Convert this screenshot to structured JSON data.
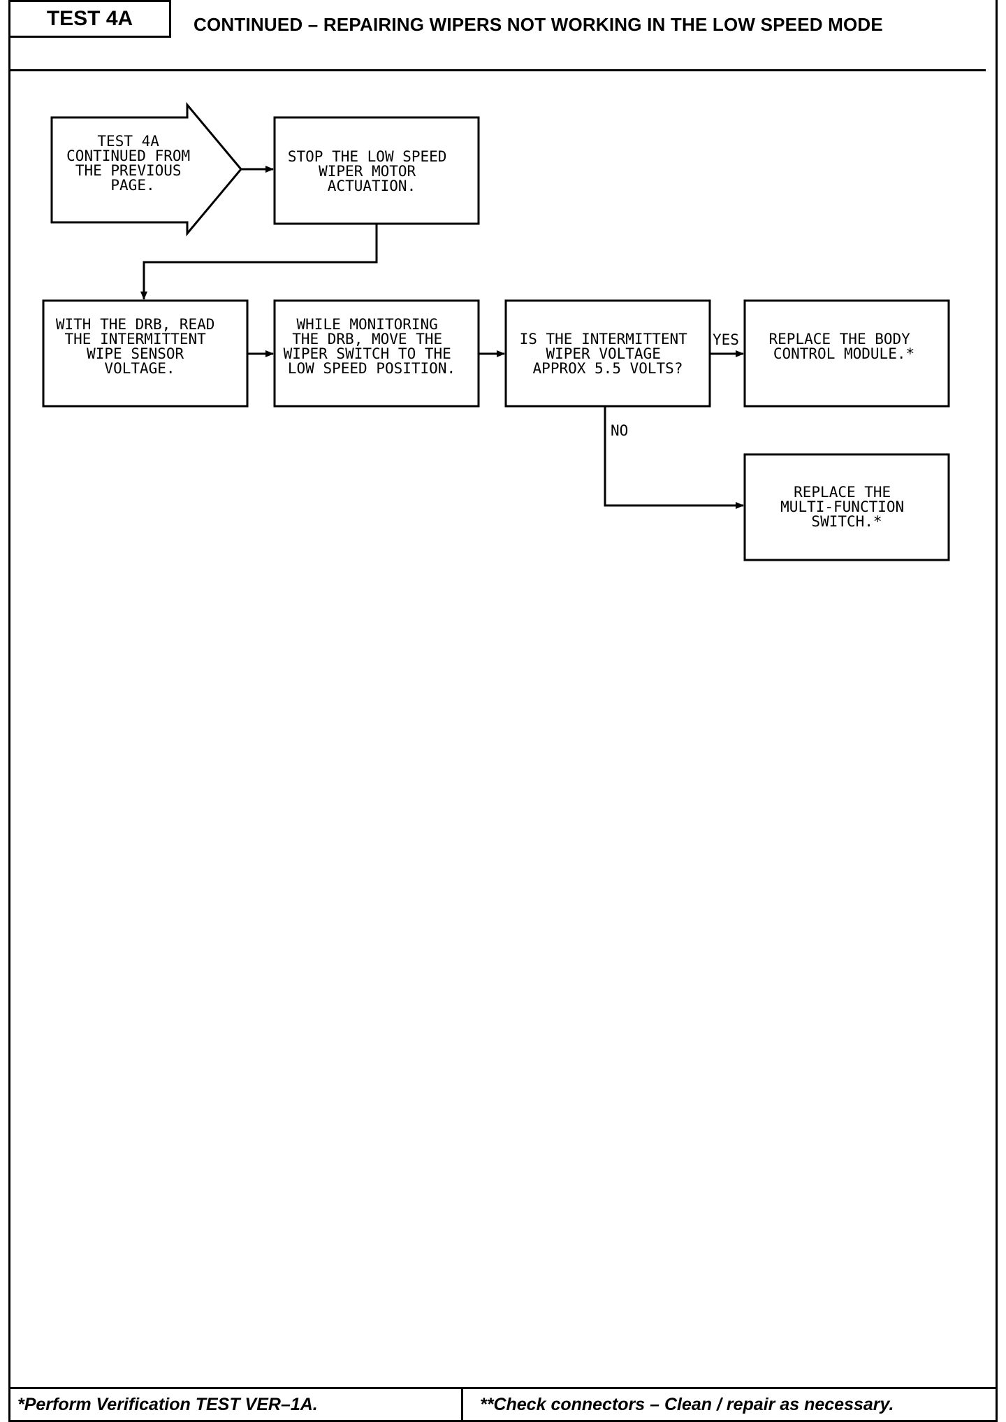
{
  "header": {
    "test_label": "TEST 4A",
    "title": "CONTINUED – REPAIRING WIPERS NOT WORKING IN THE LOW SPEED MODE"
  },
  "flowchart": {
    "start": [
      "TEST 4A",
      "CONTINUED FROM",
      "THE PREVIOUS",
      "PAGE."
    ],
    "step_stop": [
      "STOP THE LOW SPEED",
      "WIPER MOTOR",
      "ACTUATION."
    ],
    "step_read": [
      "WITH THE DRB, READ",
      "THE INTERMITTENT",
      "WIPE SENSOR",
      "VOLTAGE."
    ],
    "step_move": [
      "WHILE MONITORING",
      "THE DRB, MOVE THE",
      "WIPER SWITCH TO THE",
      "LOW SPEED POSITION."
    ],
    "decision": [
      "IS THE INTERMITTENT",
      "WIPER VOLTAGE",
      "APPROX 5.5 VOLTS?"
    ],
    "result_yes": [
      "REPLACE THE BODY",
      "CONTROL MODULE.*"
    ],
    "result_no": [
      "REPLACE THE",
      "MULTI-FUNCTION",
      "SWITCH.*"
    ],
    "yes_label": "YES",
    "no_label": "NO"
  },
  "footer": {
    "left": "*Perform Verification TEST VER–1A.",
    "right": "**Check connectors – Clean / repair as necessary."
  }
}
